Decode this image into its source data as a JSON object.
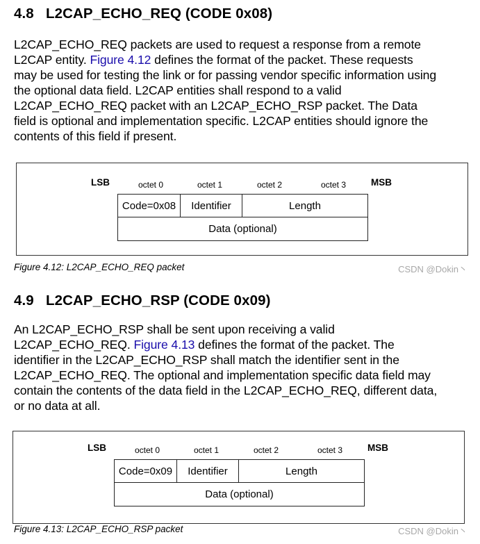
{
  "section1": {
    "number": "4.8",
    "title": "L2CAP_ECHO_REQ (CODE 0x08)",
    "paragraph": [
      [
        "L2CAP_ECHO_REQ packets are used to request a response from a remote"
      ],
      [
        "L2CAP entity. ",
        {
          "link": "Figure 4.12"
        },
        " defines the format of the packet. These requests"
      ],
      [
        "may be used for testing the link or for passing vendor specific information using"
      ],
      [
        "the optional data field. L2CAP entities shall respond to a valid"
      ],
      [
        "L2CAP_ECHO_REQ packet with an L2CAP_ECHO_RSP packet. The Data"
      ],
      [
        "field is optional and implementation specific. L2CAP entities should ignore the"
      ],
      [
        "contents of this field if present."
      ]
    ],
    "figure": {
      "lsb": "LSB",
      "msb": "MSB",
      "octets": [
        "octet 0",
        "octet 1",
        "octet 2",
        "octet 3"
      ],
      "code": "Code=0x08",
      "identifier": "Identifier",
      "length": "Length",
      "data": "Data (optional)"
    },
    "caption": "Figure 4.12:  L2CAP_ECHO_REQ packet",
    "watermark": "CSDN @Dokin丶"
  },
  "section2": {
    "number": "4.9",
    "title": "L2CAP_ECHO_RSP (CODE 0x09)",
    "paragraph": [
      [
        "An L2CAP_ECHO_RSP shall be sent upon receiving a valid"
      ],
      [
        "L2CAP_ECHO_REQ. ",
        {
          "link": "Figure 4.13"
        },
        " defines the format of the packet. The"
      ],
      [
        "identifier in the L2CAP_ECHO_RSP shall match the identifier sent in the"
      ],
      [
        "L2CAP_ECHO_REQ. The optional and implementation specific data field may"
      ],
      [
        "contain the contents of the data field in the L2CAP_ECHO_REQ, different data,"
      ],
      [
        "or no data at all."
      ]
    ],
    "figure": {
      "lsb": "LSB",
      "msb": "MSB",
      "octets": [
        "octet 0",
        "octet 1",
        "octet 2",
        "octet 3"
      ],
      "code": "Code=0x09",
      "identifier": "Identifier",
      "length": "Length",
      "data": "Data (optional)"
    },
    "caption": "Figure 4.13:  L2CAP_ECHO_RSP packet",
    "watermark": "CSDN @Dokin丶"
  },
  "colors": {
    "link": "#1a0dab",
    "watermark": "#a8a8a8",
    "border": "#222222"
  }
}
